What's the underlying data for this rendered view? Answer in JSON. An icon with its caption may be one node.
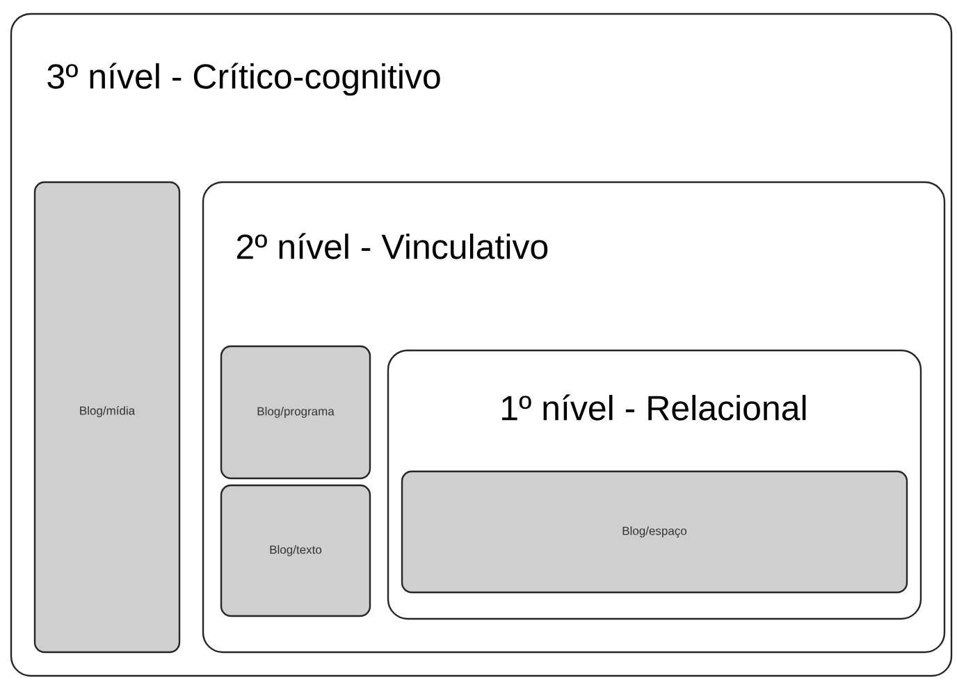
{
  "diagram": {
    "nodes": [
      {
        "text": [
          "3º nível - Crítico-cognitivo"
        ]
      },
      {
        "text": [
          "Blog/mídia"
        ],
        "in": 0
      },
      {
        "text": [
          "2º nível - Vinculativo"
        ],
        "in": 0
      },
      {
        "text": [
          "Blog/programa"
        ],
        "in": 2
      },
      {
        "text": [
          "Blog/texto"
        ],
        "in": 2
      },
      {
        "text": [
          "1º nível - Relacional"
        ],
        "in": 2
      },
      {
        "text": [
          "Blog/espaço"
        ],
        "in": 5
      }
    ]
  }
}
